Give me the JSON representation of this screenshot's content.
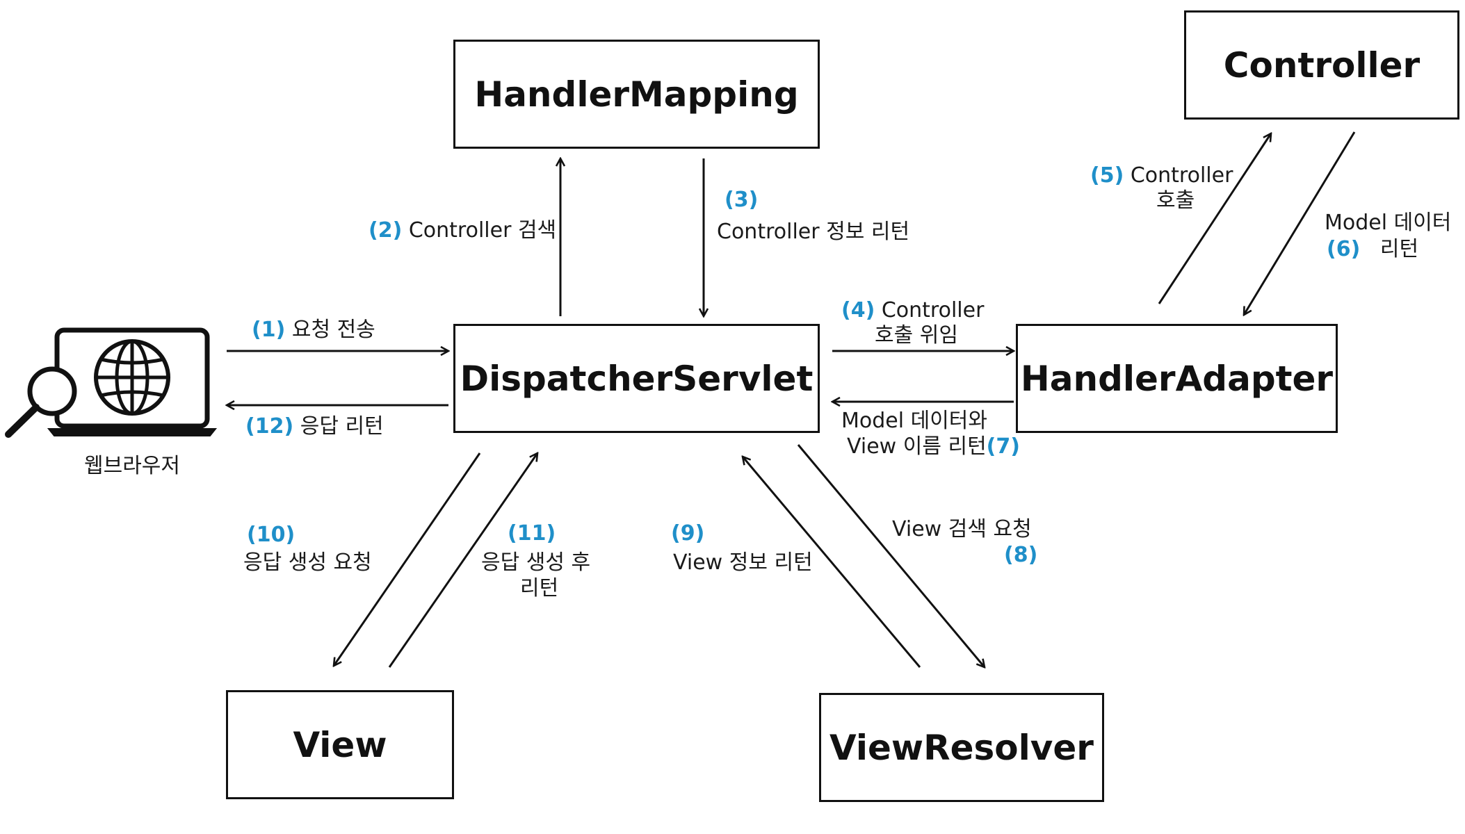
{
  "colors": {
    "stroke": "#111111",
    "step_number": "#1f8fc9",
    "text": "#1a1a1a"
  },
  "nodes": {
    "handler_mapping": "HandlerMapping",
    "controller": "Controller",
    "dispatcher_servlet": "DispatcherServlet",
    "handler_adapter": "HandlerAdapter",
    "view": "View",
    "view_resolver": "ViewResolver"
  },
  "browser": {
    "label": "웹브라우저",
    "icon": "laptop-globe-magnifier-icon"
  },
  "steps": {
    "s1": {
      "num": "(1)",
      "line1": "요청 전송"
    },
    "s2": {
      "num": "(2)",
      "line1": "Controller 검색"
    },
    "s3": {
      "num": "(3)",
      "line1": "Controller 정보 리턴"
    },
    "s4": {
      "num": "(4)",
      "line1": "Controller",
      "line2": "호출 위임"
    },
    "s5": {
      "num": "(5)",
      "line1": "Controller",
      "line2": "호출"
    },
    "s6": {
      "num": "(6)",
      "line1": "Model 데이터",
      "line2": "리턴"
    },
    "s7": {
      "num": "(7)",
      "line1": "Model 데이터와",
      "line2": "View 이름 리턴"
    },
    "s8": {
      "num": "(8)",
      "line1": "View 검색 요청"
    },
    "s9": {
      "num": "(9)",
      "line1": "View 정보 리턴"
    },
    "s10": {
      "num": "(10)",
      "line1": "응답 생성 요청"
    },
    "s11": {
      "num": "(11)",
      "line1": "응답 생성 후",
      "line2": "리턴"
    },
    "s12": {
      "num": "(12)",
      "line1": "응답 리턴"
    }
  }
}
